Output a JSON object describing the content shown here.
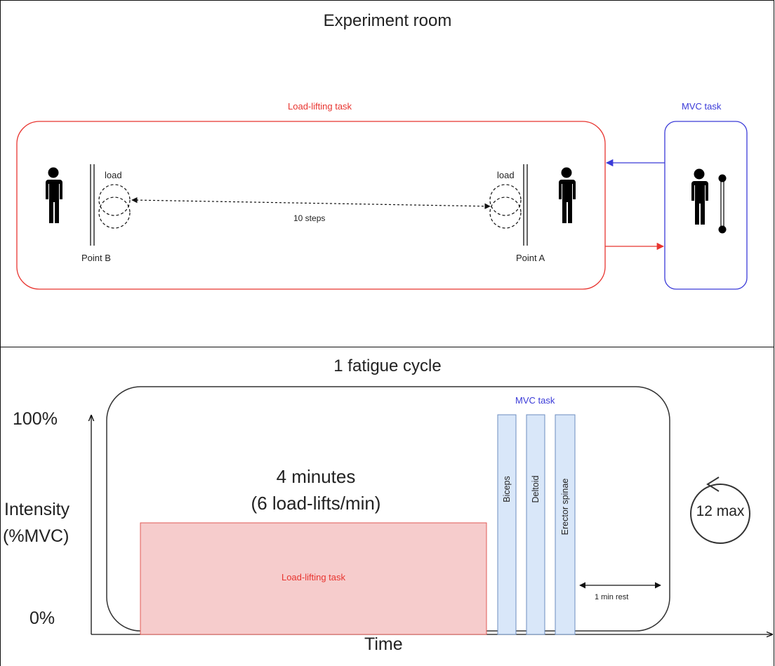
{
  "experiment_room": {
    "title": "Experiment room",
    "load_lifting_task_label": "Load-lifting task",
    "mvc_task_label": "MVC task",
    "load_left_label": "load",
    "load_right_label": "load",
    "point_b_label": "Point B",
    "point_a_label": "Point A",
    "steps_label": "10 steps",
    "colors": {
      "red": "#e8342f",
      "blue": "#3a3ad8"
    },
    "icons": [
      "person-icon",
      "person-icon",
      "person-with-dynamometer-icon"
    ]
  },
  "fatigue_cycle": {
    "title": "1 fatigue cycle",
    "y_axis_top": "100%",
    "y_axis_bottom": "0%",
    "y_axis_label_line1": "Intensity",
    "y_axis_label_line2": "(%MVC)",
    "x_axis_label": "Time",
    "duration_line1": "4 minutes",
    "duration_line2": "(6 load-lifts/min)",
    "load_task_block_label": "Load-lifting task",
    "mvc_task_label": "MVC task",
    "mvc_bars": [
      "Biceps",
      "Deltoid",
      "Erector spinae"
    ],
    "rest_label": "1 min rest",
    "repeat_label": "12 max",
    "colors": {
      "load_fill": "#f6cccc",
      "load_border": "#e05a55",
      "mvc_fill": "#d9e7f9",
      "mvc_border": "#6c8ebf"
    }
  }
}
